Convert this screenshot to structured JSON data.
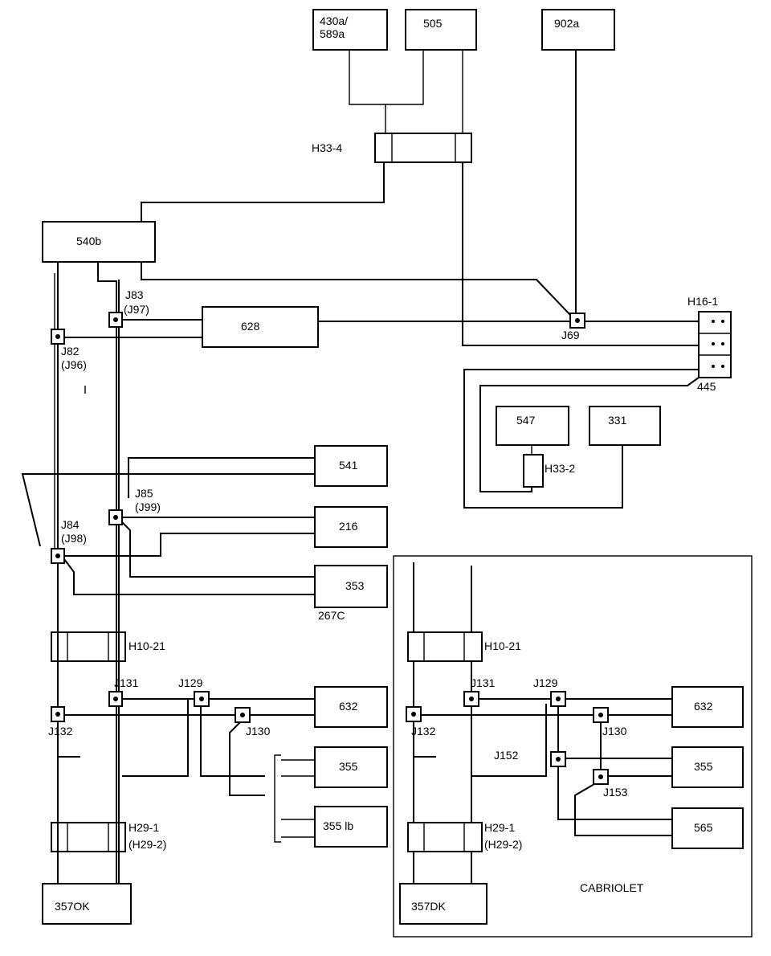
{
  "components": {
    "c430a": [
      "430a/",
      "589a"
    ],
    "c505": "505",
    "c902a": "902a",
    "c540b": "540b",
    "c628": "628",
    "c547": "547",
    "c331": "331",
    "c541": "541",
    "c216": "216",
    "c353": "353",
    "c632": "632",
    "c355": "355",
    "c355lb": "355 lb",
    "c357ok": "357OK",
    "r632": "632",
    "r355": "355",
    "r565": "565",
    "r357dk": "357DK"
  },
  "connectors": {
    "h33_4": "H33-4",
    "h16_1": "H16-1",
    "h16_1_pin": "445",
    "h33_2": "H33-2",
    "label_267c": "267C",
    "h10_21_left": "H10-21",
    "h29_1_left": "H29-1",
    "h29_2_left": "(H29-2)",
    "h10_21_right": "H10-21",
    "h29_1_right": "H29-1",
    "h29_2_right": "(H29-2)"
  },
  "junctions": {
    "j83": "J83",
    "j97": "(J97)",
    "j82": "J82",
    "j96": "(J96)",
    "j69": "J69",
    "j85": "J85",
    "j99": "(J99)",
    "j84": "J84",
    "j98": "(J98)",
    "j131": "J131",
    "j129": "J129",
    "j132": "J132",
    "j130": "J130",
    "r_j131": "J131",
    "r_j129": "J129",
    "r_j132": "J132",
    "r_j130": "J130",
    "r_j152": "J152",
    "r_j153": "J153"
  },
  "annotations": {
    "cabriolet": "CABRIOLET"
  },
  "colors": {
    "ink": "#000000",
    "paper": "#ffffff"
  }
}
